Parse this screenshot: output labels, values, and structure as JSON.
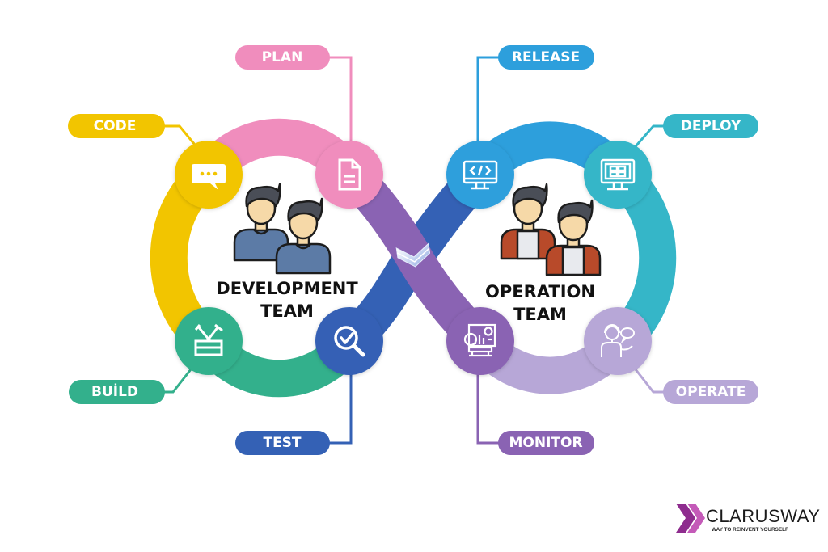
{
  "diagram": {
    "type": "devops-infinity-loop",
    "colors": {
      "code": "#F2C500",
      "plan": "#F08DBD",
      "release": "#2D9FDC",
      "deploy": "#35B6C8",
      "build": "#33B08C",
      "test": "#3461B5",
      "monitor": "#8A63B3",
      "operate": "#B7A7D7"
    },
    "left_loop": {
      "team_label_line1": "DEVELOPMENT",
      "team_label_line2": "TEAM",
      "stages": [
        {
          "id": "code",
          "label": "CODE",
          "icon": "chat-bubble-icon"
        },
        {
          "id": "plan",
          "label": "PLAN",
          "icon": "document-icon"
        },
        {
          "id": "build",
          "label": "BUİLD",
          "icon": "toolbox-icon"
        },
        {
          "id": "test",
          "label": "TEST",
          "icon": "magnifier-check-icon"
        }
      ]
    },
    "right_loop": {
      "team_label_line1": "OPERATION",
      "team_label_line2": "TEAM",
      "stages": [
        {
          "id": "release",
          "label": "RELEASE",
          "icon": "monitor-code-icon"
        },
        {
          "id": "deploy",
          "label": "DEPLOY",
          "icon": "monitor-grid-icon"
        },
        {
          "id": "monitor",
          "label": "MONITOR",
          "icon": "dashboard-chart-icon"
        },
        {
          "id": "operate",
          "label": "OPERATE",
          "icon": "support-agent-icon"
        }
      ]
    }
  },
  "brand": {
    "name": "CLARUSWAY",
    "tagline": "WAY TO REINVENT YOURSELF"
  }
}
